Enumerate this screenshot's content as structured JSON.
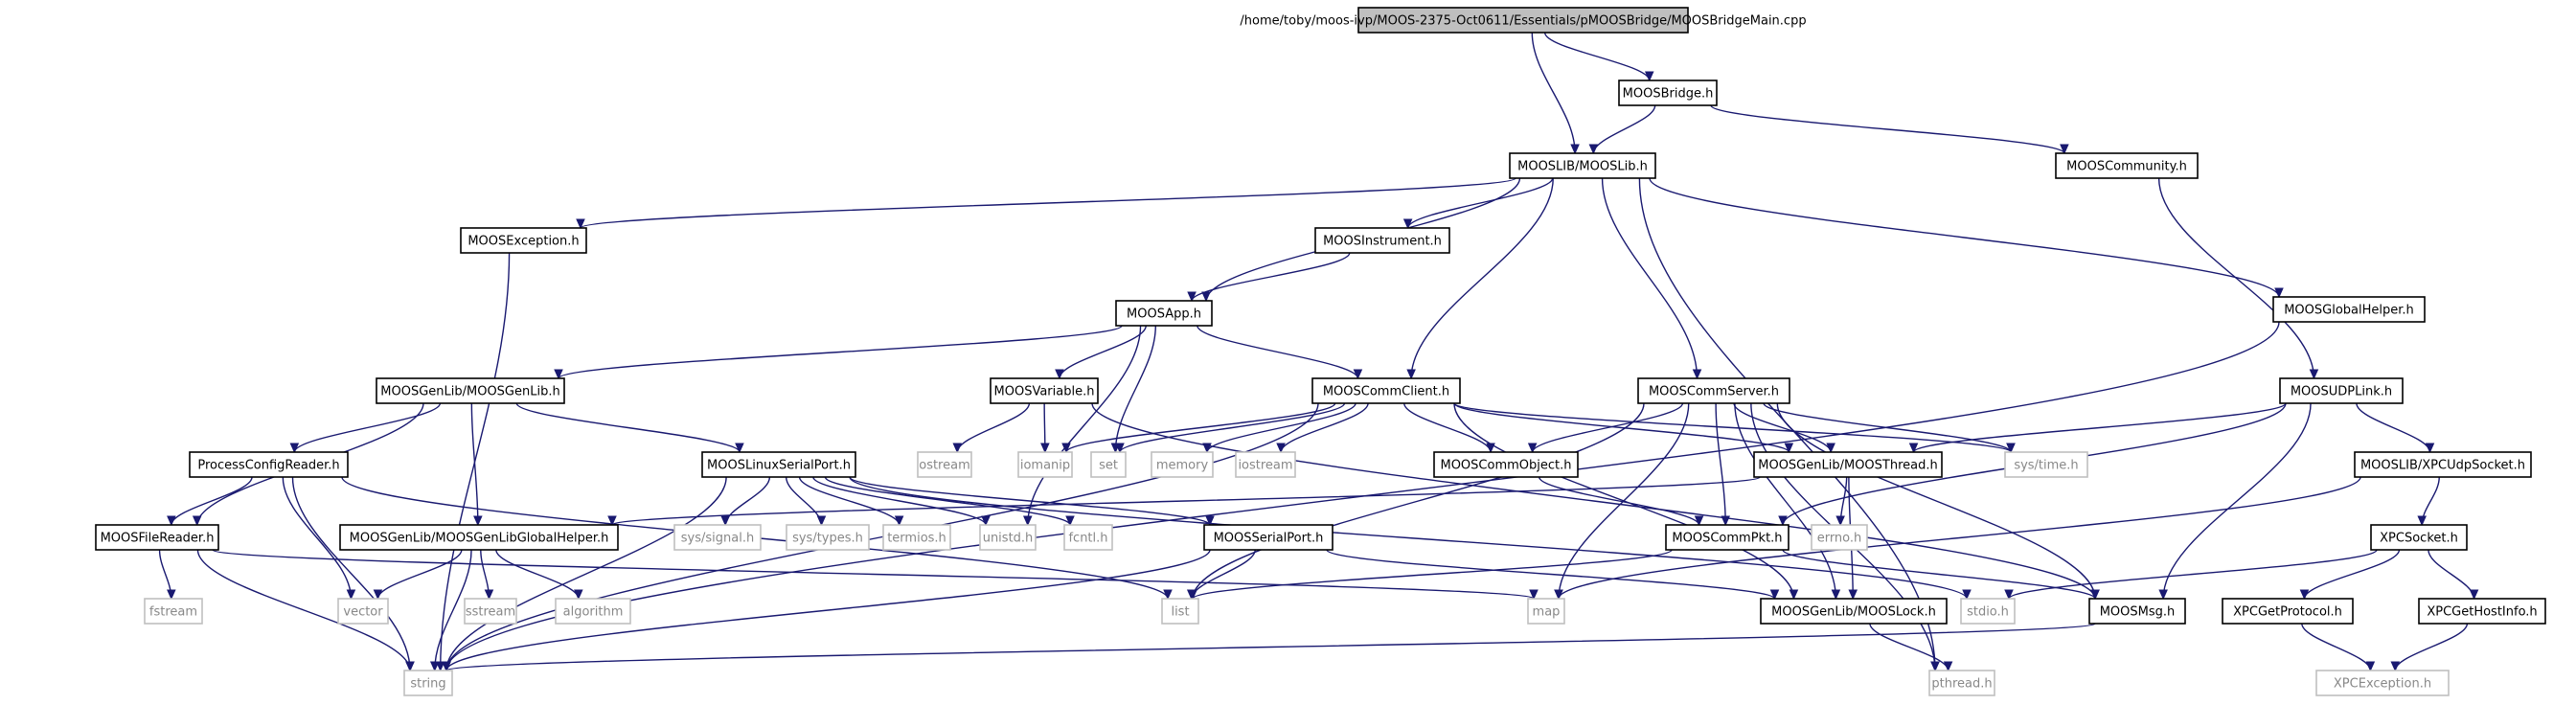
{
  "colors": {
    "edge": "#191970",
    "root_fill": "#bfbfbf",
    "local_border": "#000000",
    "system_border": "#bfbfbf",
    "system_text": "#888888"
  },
  "nodes": [
    {
      "id": "main",
      "label": "/home/toby/moos-ivp/MOOS-2375-Oct0611/Essentials/pMOOSBridge/MOOSBridgeMain.cpp",
      "kind": "root"
    },
    {
      "id": "bridge",
      "label": "MOOSBridge.h",
      "kind": "local"
    },
    {
      "id": "lib",
      "label": "MOOSLIB/MOOSLib.h",
      "kind": "local"
    },
    {
      "id": "community",
      "label": "MOOSCommunity.h",
      "kind": "local"
    },
    {
      "id": "exception",
      "label": "MOOSException.h",
      "kind": "local"
    },
    {
      "id": "instrument",
      "label": "MOOSInstrument.h",
      "kind": "local"
    },
    {
      "id": "globalhelper",
      "label": "MOOSGlobalHelper.h",
      "kind": "local"
    },
    {
      "id": "app",
      "label": "MOOSApp.h",
      "kind": "local"
    },
    {
      "id": "genlib",
      "label": "MOOSGenLib/MOOSGenLib.h",
      "kind": "local"
    },
    {
      "id": "variable",
      "label": "MOOSVariable.h",
      "kind": "local"
    },
    {
      "id": "commclient",
      "label": "MOOSCommClient.h",
      "kind": "local"
    },
    {
      "id": "commserver",
      "label": "MOOSCommServer.h",
      "kind": "local"
    },
    {
      "id": "udplink",
      "label": "MOOSUDPLink.h",
      "kind": "local"
    },
    {
      "id": "pcr",
      "label": "ProcessConfigReader.h",
      "kind": "local"
    },
    {
      "id": "linuxserial",
      "label": "MOOSLinuxSerialPort.h",
      "kind": "local"
    },
    {
      "id": "ostream",
      "label": "ostream",
      "kind": "system"
    },
    {
      "id": "iomanip",
      "label": "iomanip",
      "kind": "system"
    },
    {
      "id": "set",
      "label": "set",
      "kind": "system"
    },
    {
      "id": "memory",
      "label": "memory",
      "kind": "system"
    },
    {
      "id": "iostream",
      "label": "iostream",
      "kind": "system"
    },
    {
      "id": "commobject",
      "label": "MOOSCommObject.h",
      "kind": "local"
    },
    {
      "id": "thread",
      "label": "MOOSGenLib/MOOSThread.h",
      "kind": "local"
    },
    {
      "id": "systime",
      "label": "sys/time.h",
      "kind": "system"
    },
    {
      "id": "xpcudp",
      "label": "MOOSLIB/XPCUdpSocket.h",
      "kind": "local"
    },
    {
      "id": "filereader",
      "label": "MOOSFileReader.h",
      "kind": "local"
    },
    {
      "id": "genlibglobal",
      "label": "MOOSGenLib/MOOSGenLibGlobalHelper.h",
      "kind": "local"
    },
    {
      "id": "syssignal",
      "label": "sys/signal.h",
      "kind": "system"
    },
    {
      "id": "systypes",
      "label": "sys/types.h",
      "kind": "system"
    },
    {
      "id": "termios",
      "label": "termios.h",
      "kind": "system"
    },
    {
      "id": "unistd",
      "label": "unistd.h",
      "kind": "system"
    },
    {
      "id": "fcntl",
      "label": "fcntl.h",
      "kind": "system"
    },
    {
      "id": "serialport",
      "label": "MOOSSerialPort.h",
      "kind": "local"
    },
    {
      "id": "commpkt",
      "label": "MOOSCommPkt.h",
      "kind": "local"
    },
    {
      "id": "errno",
      "label": "errno.h",
      "kind": "system"
    },
    {
      "id": "xpcsocket",
      "label": "XPCSocket.h",
      "kind": "local"
    },
    {
      "id": "fstream",
      "label": "fstream",
      "kind": "system"
    },
    {
      "id": "vector",
      "label": "vector",
      "kind": "system"
    },
    {
      "id": "sstream",
      "label": "sstream",
      "kind": "system"
    },
    {
      "id": "algorithm",
      "label": "algorithm",
      "kind": "system"
    },
    {
      "id": "list",
      "label": "list",
      "kind": "system"
    },
    {
      "id": "map",
      "label": "map",
      "kind": "system"
    },
    {
      "id": "lock",
      "label": "MOOSGenLib/MOOSLock.h",
      "kind": "local"
    },
    {
      "id": "stdio",
      "label": "stdio.h",
      "kind": "system"
    },
    {
      "id": "msg",
      "label": "MOOSMsg.h",
      "kind": "local"
    },
    {
      "id": "xpcproto",
      "label": "XPCGetProtocol.h",
      "kind": "local"
    },
    {
      "id": "xpchost",
      "label": "XPCGetHostInfo.h",
      "kind": "local"
    },
    {
      "id": "string",
      "label": "string",
      "kind": "system"
    },
    {
      "id": "pthread",
      "label": "pthread.h",
      "kind": "system"
    },
    {
      "id": "xpcexception",
      "label": "XPCException.h",
      "kind": "system"
    }
  ],
  "edges": [
    [
      "main",
      "bridge"
    ],
    [
      "main",
      "lib"
    ],
    [
      "bridge",
      "lib"
    ],
    [
      "bridge",
      "community"
    ],
    [
      "community",
      "udplink"
    ],
    [
      "lib",
      "exception"
    ],
    [
      "lib",
      "instrument"
    ],
    [
      "lib",
      "globalhelper"
    ],
    [
      "lib",
      "app"
    ],
    [
      "lib",
      "commclient"
    ],
    [
      "lib",
      "commserver"
    ],
    [
      "lib",
      "pthread"
    ],
    [
      "exception",
      "string"
    ],
    [
      "instrument",
      "app"
    ],
    [
      "globalhelper",
      "string"
    ],
    [
      "app",
      "genlib"
    ],
    [
      "app",
      "variable"
    ],
    [
      "app",
      "set"
    ],
    [
      "app",
      "commclient"
    ],
    [
      "app",
      "unistd"
    ],
    [
      "genlib",
      "pcr"
    ],
    [
      "genlib",
      "filereader"
    ],
    [
      "genlib",
      "genlibglobal"
    ],
    [
      "genlib",
      "linuxserial"
    ],
    [
      "pcr",
      "filereader"
    ],
    [
      "pcr",
      "vector"
    ],
    [
      "pcr",
      "string"
    ],
    [
      "pcr",
      "list"
    ],
    [
      "filereader",
      "fstream"
    ],
    [
      "filereader",
      "string"
    ],
    [
      "filereader",
      "map"
    ],
    [
      "genlibglobal",
      "vector"
    ],
    [
      "genlibglobal",
      "sstream"
    ],
    [
      "genlibglobal",
      "algorithm"
    ],
    [
      "genlibglobal",
      "string"
    ],
    [
      "linuxserial",
      "string"
    ],
    [
      "linuxserial",
      "syssignal"
    ],
    [
      "linuxserial",
      "systypes"
    ],
    [
      "linuxserial",
      "termios"
    ],
    [
      "linuxserial",
      "unistd"
    ],
    [
      "linuxserial",
      "fcntl"
    ],
    [
      "linuxserial",
      "serialport"
    ],
    [
      "linuxserial",
      "stdio"
    ],
    [
      "variable",
      "ostream"
    ],
    [
      "variable",
      "iomanip"
    ],
    [
      "variable",
      "msg"
    ],
    [
      "commclient",
      "iomanip"
    ],
    [
      "commclient",
      "set"
    ],
    [
      "commclient",
      "memory"
    ],
    [
      "commclient",
      "iostream"
    ],
    [
      "commclient",
      "commobject"
    ],
    [
      "commclient",
      "thread"
    ],
    [
      "commclient",
      "string"
    ],
    [
      "commclient",
      "lock"
    ],
    [
      "commclient",
      "systime"
    ],
    [
      "commserver",
      "commobject"
    ],
    [
      "commserver",
      "thread"
    ],
    [
      "commserver",
      "commpkt"
    ],
    [
      "commserver",
      "map"
    ],
    [
      "commserver",
      "list"
    ],
    [
      "commserver",
      "lock"
    ],
    [
      "commserver",
      "systime"
    ],
    [
      "commserver",
      "msg"
    ],
    [
      "commserver",
      "pthread"
    ],
    [
      "commobject",
      "commpkt"
    ],
    [
      "thread",
      "errno"
    ],
    [
      "thread",
      "lock"
    ],
    [
      "thread",
      "genlibglobal"
    ],
    [
      "commpkt",
      "list"
    ],
    [
      "commpkt",
      "msg"
    ],
    [
      "serialport",
      "list"
    ],
    [
      "serialport",
      "string"
    ],
    [
      "serialport",
      "lock"
    ],
    [
      "lock",
      "pthread"
    ],
    [
      "msg",
      "string"
    ],
    [
      "udplink",
      "thread"
    ],
    [
      "udplink",
      "xpcudp"
    ],
    [
      "udplink",
      "commpkt"
    ],
    [
      "udplink",
      "msg"
    ],
    [
      "xpcudp",
      "xpcsocket"
    ],
    [
      "xpcudp",
      "map"
    ],
    [
      "xpcsocket",
      "stdio"
    ],
    [
      "xpcsocket",
      "xpcproto"
    ],
    [
      "xpcsocket",
      "xpchost"
    ],
    [
      "xpcproto",
      "xpcexception"
    ],
    [
      "xpchost",
      "xpcexception"
    ]
  ]
}
